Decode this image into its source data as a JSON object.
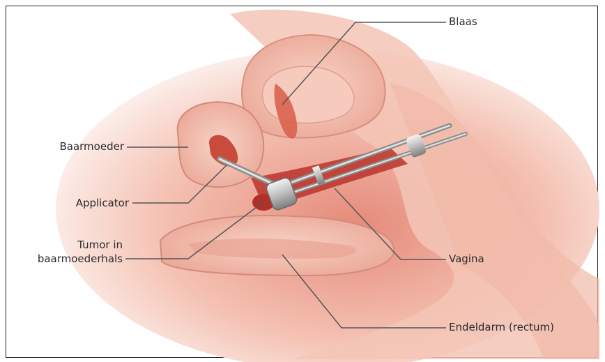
{
  "labels": {
    "blaas": "Blaas",
    "baarmoeder": "Baarmoeder",
    "applicator": "Applicator",
    "tumor_line1": "Tumor in",
    "tumor_line2": "baarmoederhals",
    "vagina": "Vagina",
    "rectum": "Endeldarm (rectum)"
  },
  "colors": {
    "skin": "#f6c7b8",
    "tissue": "#e8897a",
    "tissue_dark": "#c7483c",
    "leader_line": "#555555",
    "applicator_metal": "#cfcfcf"
  }
}
